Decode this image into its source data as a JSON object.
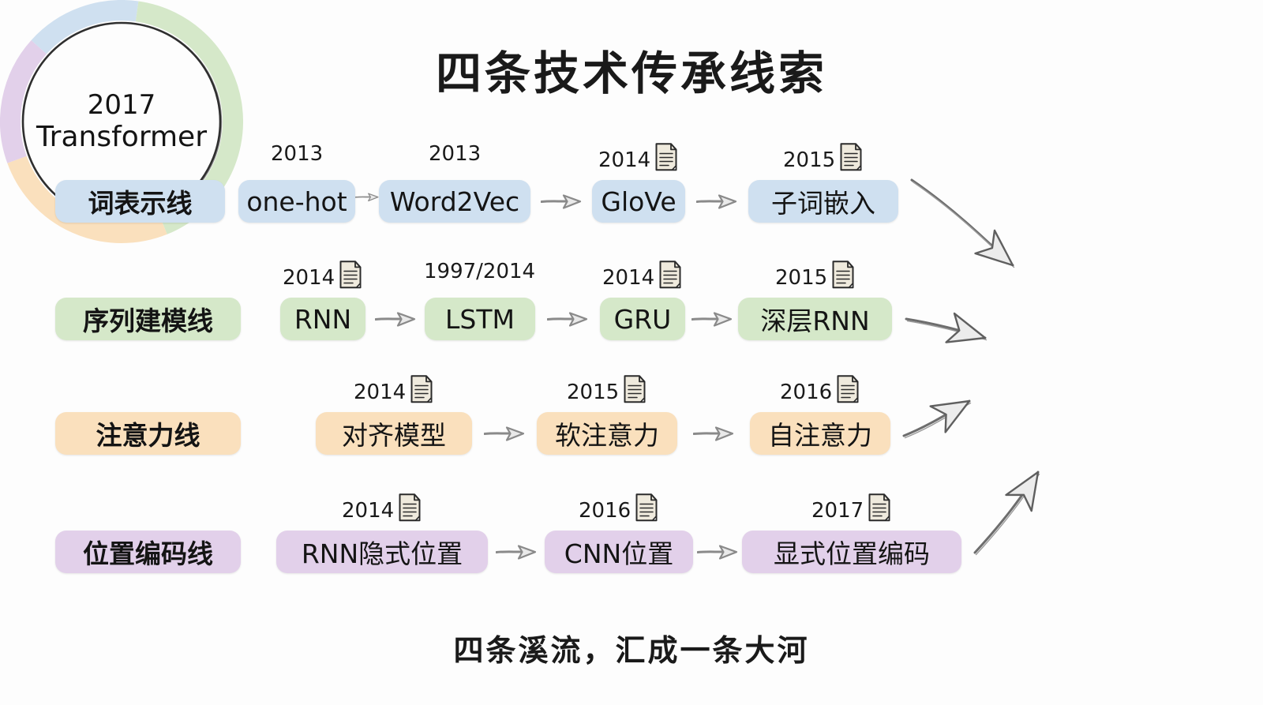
{
  "header": {
    "title": "四条技术传承线索"
  },
  "footer": {
    "caption": "四条溪流，汇成一条大河"
  },
  "colors": {
    "lane_word": "#cfe0f0",
    "lane_sequence": "#d5e8c9",
    "lane_attention": "#fae0bd",
    "lane_position": "#e2d0ea",
    "arrow": "#8a8a8a",
    "text": "#141414",
    "doc_paper": "#efeadd",
    "doc_outline": "#2b2b2b",
    "background": "#fdfdfd"
  },
  "lanes": [
    {
      "id": "word-representation",
      "label": "词表示线",
      "color": "#cfe0f0",
      "nodes": [
        {
          "label": "one-hot",
          "year": "2013",
          "has_paper": false
        },
        {
          "label": "Word2Vec",
          "year": "2013",
          "has_paper": false
        },
        {
          "label": "GloVe",
          "year": "2014",
          "has_paper": true
        },
        {
          "label": "子词嵌入",
          "year": "2015",
          "has_paper": true
        }
      ]
    },
    {
      "id": "sequence-modeling",
      "label": "序列建模线",
      "color": "#d5e8c9",
      "nodes": [
        {
          "label": "RNN",
          "year": "2014",
          "has_paper": true
        },
        {
          "label": "LSTM",
          "year": "1997/2014",
          "has_paper": false
        },
        {
          "label": "GRU",
          "year": "2014",
          "has_paper": true
        },
        {
          "label": "深层RNN",
          "year": "2015",
          "has_paper": true
        }
      ]
    },
    {
      "id": "attention",
      "label": "注意力线",
      "color": "#fae0bd",
      "nodes": [
        {
          "label": "对齐模型",
          "year": "2014",
          "has_paper": true
        },
        {
          "label": "软注意力",
          "year": "2015",
          "has_paper": true
        },
        {
          "label": "自注意力",
          "year": "2016",
          "has_paper": true
        }
      ]
    },
    {
      "id": "positional-encoding",
      "label": "位置编码线",
      "color": "#e2d0ea",
      "nodes": [
        {
          "label": "RNN隐式位置",
          "year": "2014",
          "has_paper": true
        },
        {
          "label": "CNN位置",
          "year": "2016",
          "has_paper": true
        },
        {
          "label": "显式位置编码",
          "year": "2017",
          "has_paper": true
        }
      ]
    }
  ],
  "hub": {
    "year": "2017",
    "name": "Transformer",
    "arc_colors": [
      "#cfe0f0",
      "#d5e8c9",
      "#fae0bd",
      "#e2d0ea"
    ],
    "ring_color": "#2f2f2f"
  }
}
